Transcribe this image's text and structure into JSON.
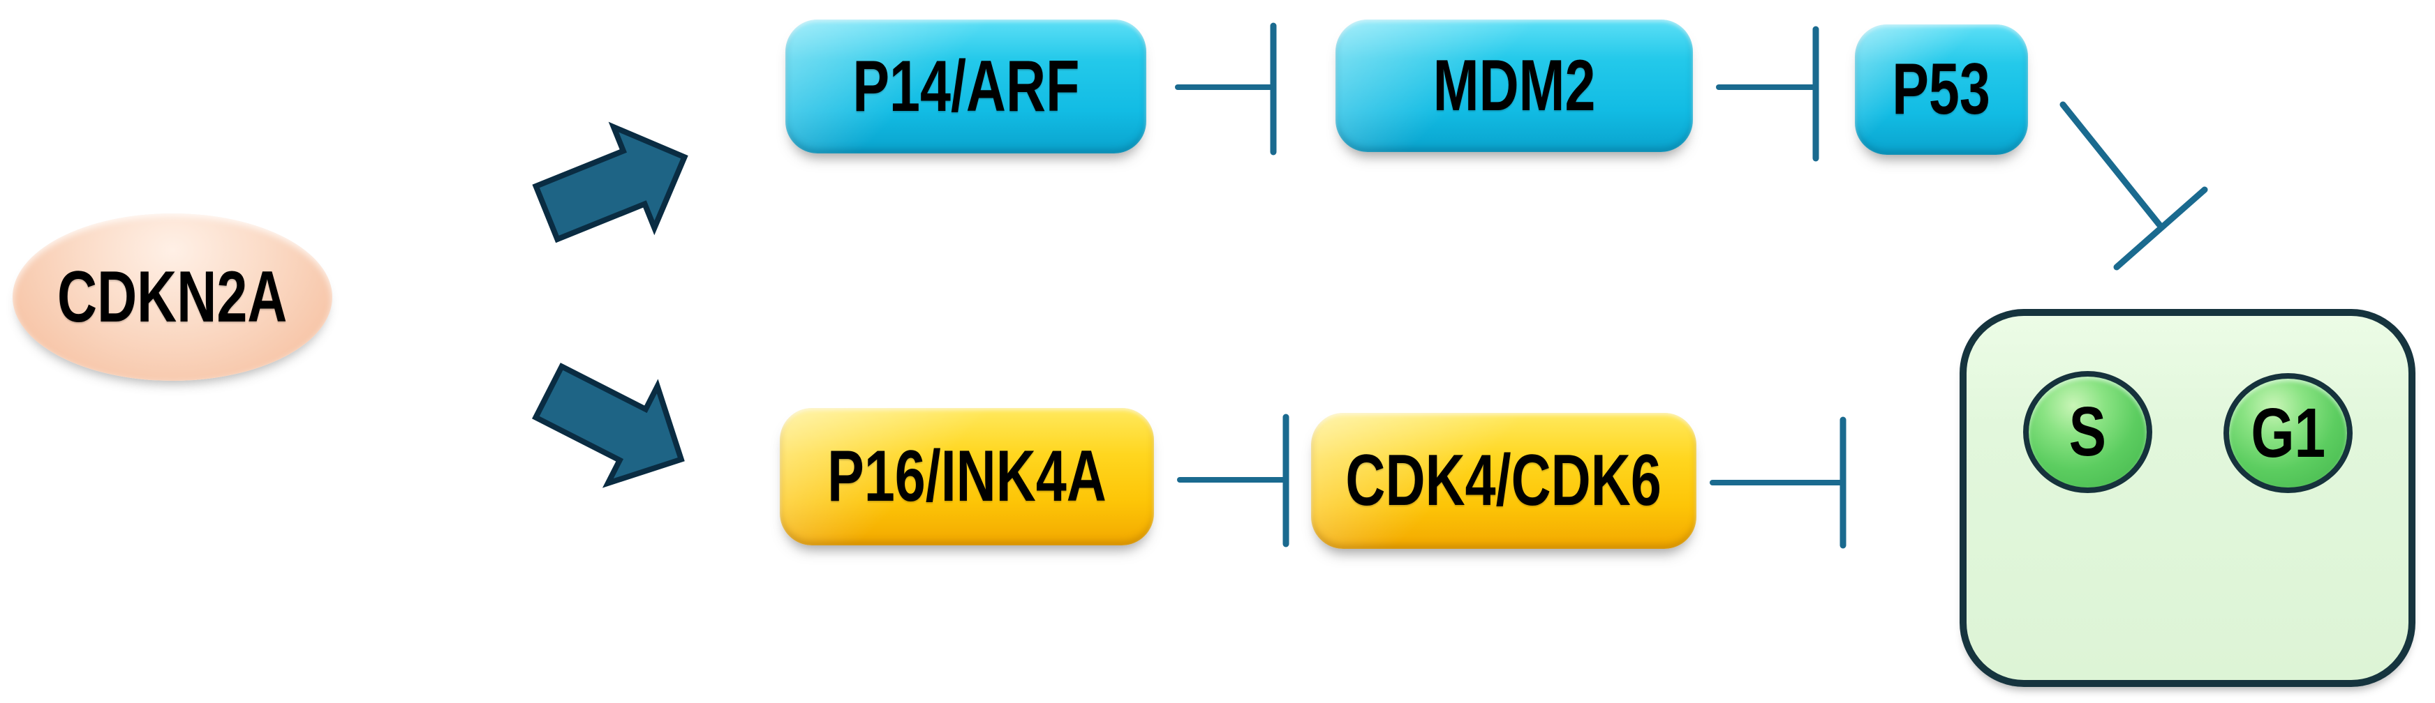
{
  "nodes": {
    "cdkn2a": {
      "label": "CDKN2A"
    },
    "p14arf": {
      "label": "P14/ARF"
    },
    "mdm2": {
      "label": "MDM2"
    },
    "p53": {
      "label": "P53"
    },
    "p16ink4a": {
      "label": "P16/INK4A"
    },
    "cdk4cdk6": {
      "label": "CDK4/CDK6"
    },
    "cell_cycle": {
      "phases": [
        {
          "label": "S"
        },
        {
          "label": "G1"
        }
      ]
    }
  },
  "edges": [
    {
      "from": "CDKN2A",
      "to": "P14/ARF",
      "type": "activation"
    },
    {
      "from": "CDKN2A",
      "to": "P16/INK4A",
      "type": "activation"
    },
    {
      "from": "P14/ARF",
      "to": "MDM2",
      "type": "inhibition"
    },
    {
      "from": "MDM2",
      "to": "P53",
      "type": "inhibition"
    },
    {
      "from": "P53",
      "to": "cell-cycle",
      "type": "inhibition"
    },
    {
      "from": "P16/INK4A",
      "to": "CDK4/CDK6",
      "type": "inhibition"
    },
    {
      "from": "CDK4/CDK6",
      "to": "cell-cycle",
      "type": "inhibition"
    }
  ],
  "colors": {
    "cyan_node": "#1fc6ea",
    "yellow_node": "#ffd516",
    "peach_node": "#f8ceb5",
    "mint_panel": "#e2f7dc",
    "phase_green": "#5ccd60",
    "connector_teal": "#1a6a8f",
    "block_arrow_fill": "#1e6485",
    "block_arrow_stroke": "#0a2c42",
    "panel_border": "#16343e"
  }
}
